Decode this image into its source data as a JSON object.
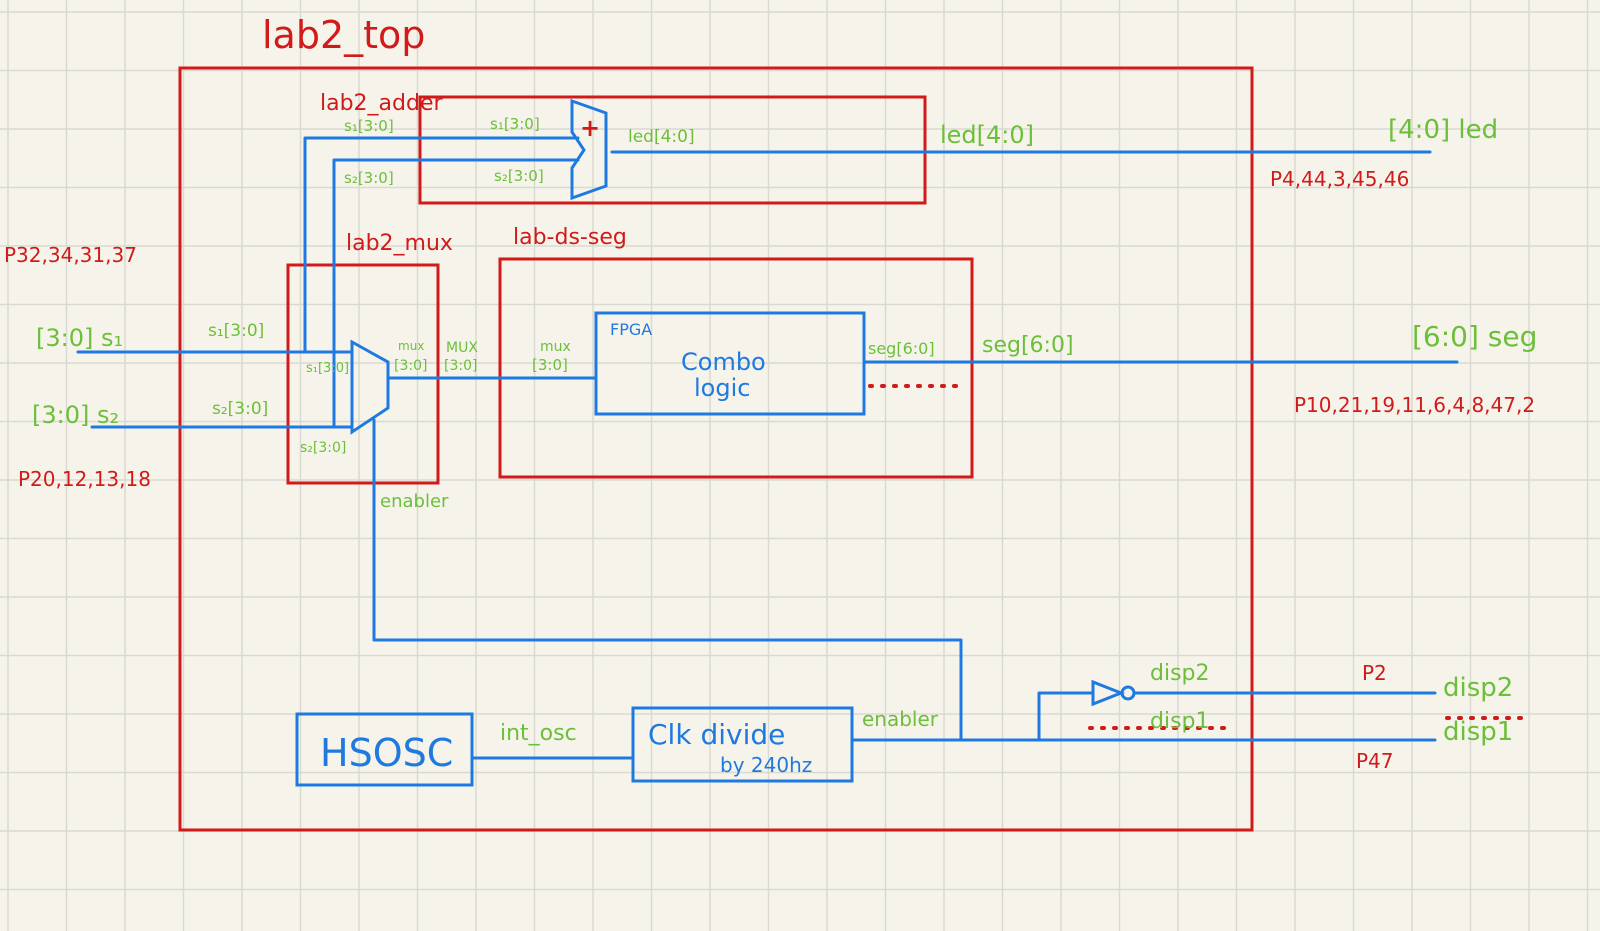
{
  "colors": {
    "paper": "#f6f4ea",
    "grid": "#d9d9d2",
    "module": "#d11a1a",
    "signal": "#6cbf3a",
    "wire": "#1f7ae0"
  },
  "modules": {
    "top": "lab2_top",
    "adder": "lab2_adder",
    "mux": "lab2_mux",
    "seg": "lab-ds-seg"
  },
  "blocks": {
    "adder_symbol": "+",
    "fpga": "FPGA",
    "combo_1": "Combo",
    "combo_2": "logic",
    "hsosc": "HSOSC",
    "clk_1": "Clk divide",
    "clk_2": "by 240hz"
  },
  "ports": {
    "s1": "[3:0] s₁",
    "s2": "[3:0] s₂",
    "led": "[4:0] led",
    "seg": "[6:0] seg",
    "disp2": "disp2",
    "disp1": "disp1"
  },
  "pins": {
    "s1": "P32,34,31,37",
    "s2": "P20,12,13,18",
    "led": "P4,44,3,45,46",
    "seg": "P10,21,19,11,6,4,8,47,2",
    "disp2": "P2",
    "disp1": "P47"
  },
  "signals": {
    "s1_in": "s₁[3:0]",
    "s2_in": "s₂[3:0]",
    "add_s1_a": "s₁[3:0]",
    "add_s1_b": "s₁[3:0]",
    "add_s2_a": "s₂[3:0]",
    "add_s2_b": "s₂[3:0]",
    "led_internal": "led[4:0]",
    "led_wire": "led[4:0]",
    "mux_s1": "s₁[3:0]",
    "mux_s2": "s₂[3:0]",
    "mux_out_1": "mux",
    "mux_out_2": "[3:0]",
    "mux_wire_1": "MUX",
    "mux_wire_2": "[3:0]",
    "seg_in_1": "mux",
    "seg_in_2": "[3:0]",
    "seg_out": "seg[6:0]",
    "seg_wire": "seg[6:0]",
    "enabler_mux": "enabler",
    "enabler_clk": "enabler",
    "int_osc": "int_osc",
    "disp2": "disp2",
    "disp1": "disp1"
  }
}
